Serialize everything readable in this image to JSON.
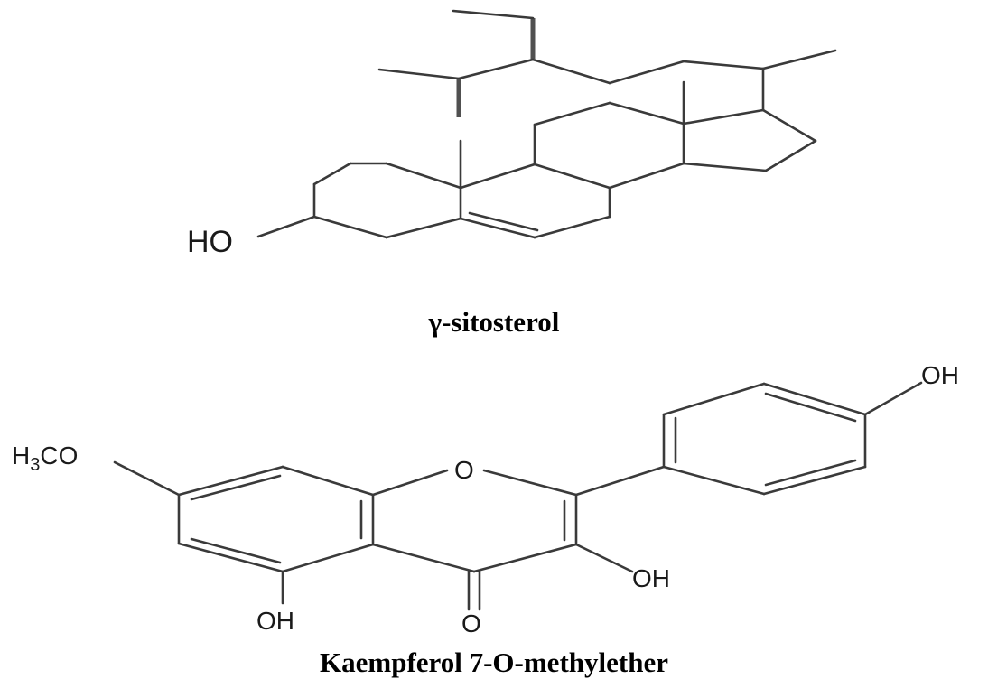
{
  "compounds": [
    {
      "name": "γ-sitosterol",
      "atoms": {
        "hydroxyl": "HO"
      }
    },
    {
      "name": "Kaempferol 7-O-methylether",
      "atoms": {
        "methoxy_main": "H",
        "methoxy_sub": "3",
        "methoxy_tail": "CO",
        "ring_oxygen": "O",
        "carbonyl_oxygen": "O",
        "hydroxyl_top": "OH",
        "hydroxyl_right": "OH",
        "hydroxyl_bottom": "OH"
      }
    }
  ]
}
